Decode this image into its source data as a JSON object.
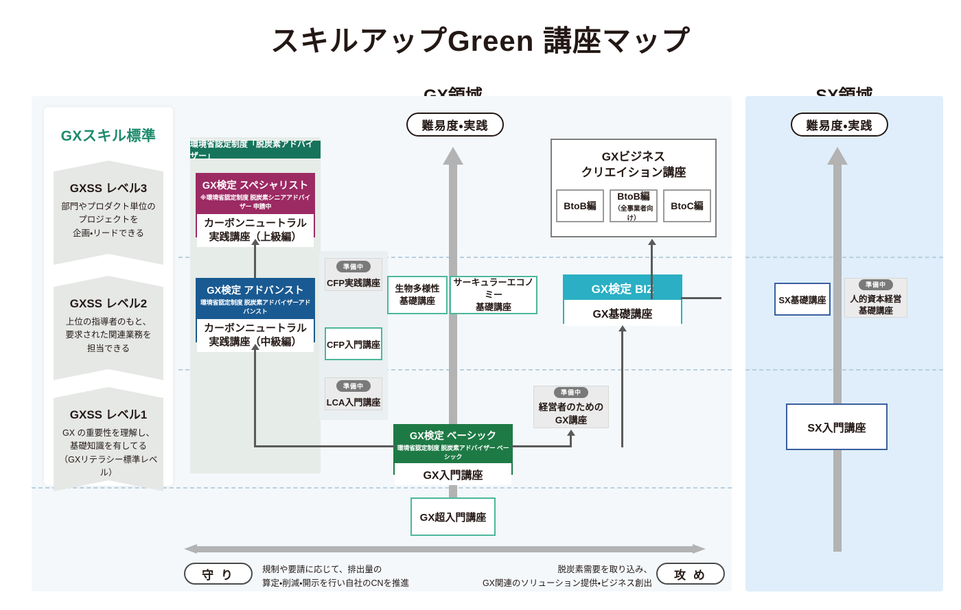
{
  "title": "スキルアップGreen 講座マップ",
  "domains": {
    "gx": {
      "heading": "GX領域",
      "difficulty_pill": "難易度・実践"
    },
    "sx": {
      "heading": "SX領域",
      "difficulty_pill": "難易度・実践"
    }
  },
  "skill_standard": {
    "card_title": "GXスキル標準",
    "levels": [
      {
        "name": "GXSS レベル3",
        "description": "部門やプロダクト単位の\nプロジェクトを\n企画・リードできる"
      },
      {
        "name": "GXSS レベル2",
        "description": "上位の指導者のもと、\n要求された関連業務を\n担当できる"
      },
      {
        "name": "GXSS レベル1",
        "description": "GX の重要性を理解し、\n基礎知識を有してる\n（GXリテラシー標準レベル）"
      }
    ]
  },
  "gx_courses": {
    "ministry_banner": "環境省認定制度「脱炭素アドバイザー」",
    "specialist": {
      "header_main": "GX検定 スペシャリスト",
      "header_sub": "※環境省認定制度 脱炭素シニアアドバイザー 申請中",
      "body": "カーボンニュートラル\n実践講座（上級編）"
    },
    "advanced": {
      "header_main": "GX検定 アドバンスト",
      "header_sub": "環境省認定制度 脱炭素アドバイザーアドバンスト",
      "body": "カーボンニュートラル\n実践講座（中級編）"
    },
    "basic": {
      "header_main": "GX検定 ベーシック",
      "header_sub": "環境省認定制度 脱炭素アドバイザー ベーシック",
      "body": "GX入門講座"
    },
    "biz": {
      "header_main": "GX検定 BIZ",
      "body": "GX基礎講座"
    },
    "cfp_practice": {
      "label": "CFP実践講座",
      "badge": "準備中"
    },
    "cfp_intro": {
      "label": "CFP入門講座"
    },
    "lca_intro": {
      "label": "LCA入門講座",
      "badge": "準備中"
    },
    "biodiversity": {
      "label": "生物多様性\n基礎講座"
    },
    "circular_economy": {
      "label": "サーキュラーエコノミー\n基礎講座"
    },
    "executive": {
      "label": "経営者のための\nGX講座",
      "badge": "準備中"
    },
    "super_intro": {
      "label": "GX超入門講座"
    },
    "business_creation": {
      "title": "GXビジネス\nクリエイション講座",
      "editions": [
        {
          "main": "BtoB編",
          "sub": ""
        },
        {
          "main": "BtoB編",
          "sub": "（全事業者向け）"
        },
        {
          "main": "BtoC編",
          "sub": ""
        }
      ]
    }
  },
  "sx_courses": {
    "sx_basic": {
      "label": "SX基礎講座"
    },
    "human_capital": {
      "label": "人的資本経営\n基礎講座",
      "badge": "準備中"
    },
    "sx_intro": {
      "label": "SX入門講座"
    }
  },
  "scale": {
    "left_pill": "守 り",
    "right_pill": "攻 め",
    "left_note": "規制や要請に応じて、排出量の\n算定・削減・開示を行い自社のCNを推進",
    "right_note": "脱炭素需要を取り込み、\nGX関連のソリューション提供・ビジネス創出"
  },
  "colors": {
    "teal": "#2aafc4",
    "green": "#1e7a45",
    "dark_green_banner": "#17745c",
    "magenta": "#9c2a63",
    "navy": "#1a5a92",
    "skill_title_green": "#1e8a6b",
    "panel_gx_bg": "#f4f8fb",
    "panel_sx_bg": "#dfeefa",
    "arrow_gray": "#b3b3b3"
  }
}
